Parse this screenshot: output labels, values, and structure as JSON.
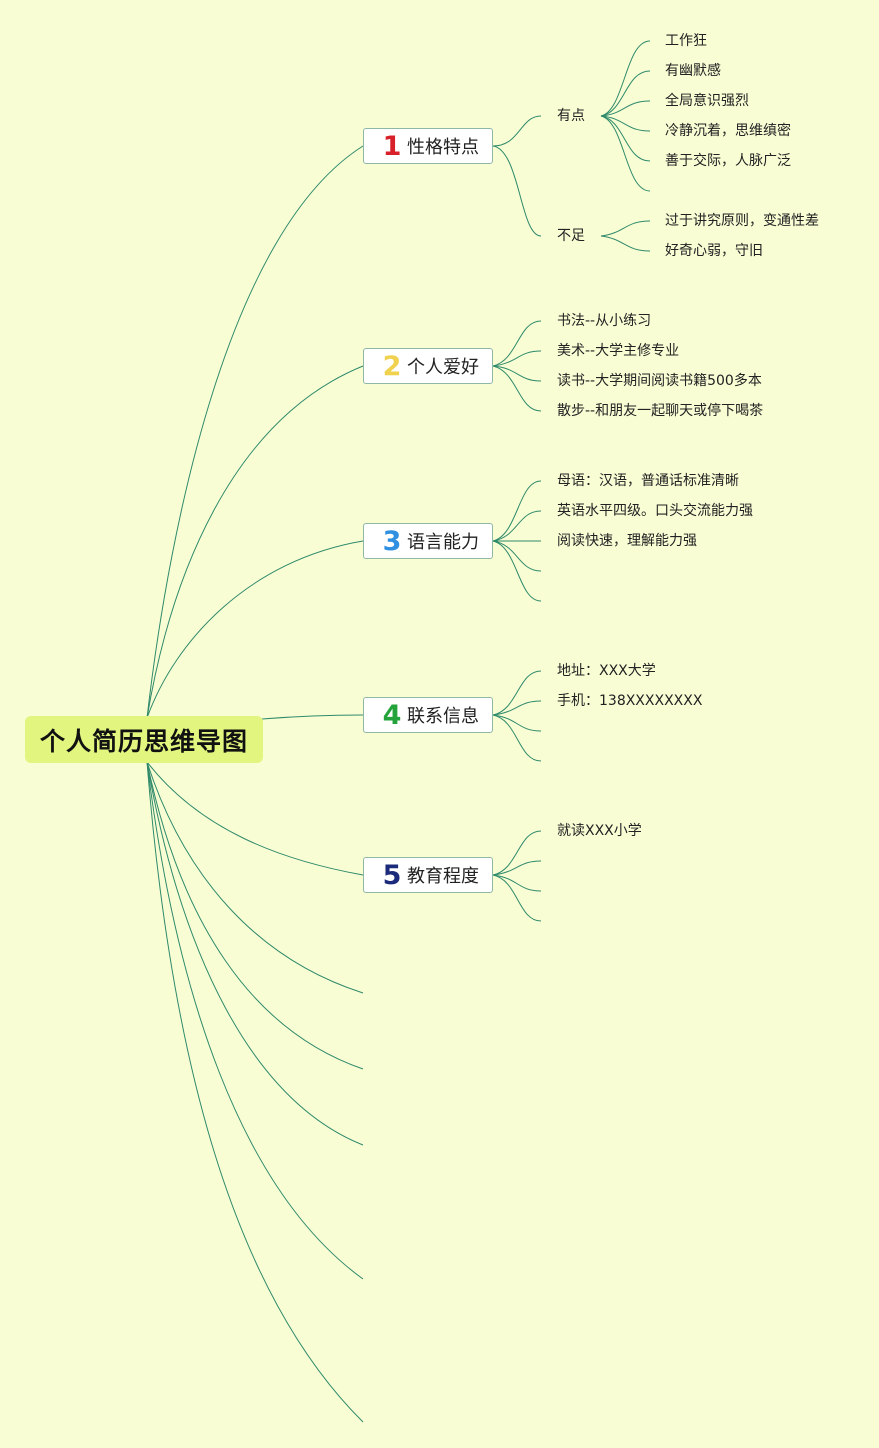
{
  "root": {
    "label": "个人简历思维导图"
  },
  "colors": {
    "background": "#f8fdd4",
    "root_fill": "#e2f57e",
    "line": "#2f8a6a",
    "num1": "#d8202a",
    "num2": "#f0d24e",
    "num3": "#2f8fe0",
    "num4": "#23a33a",
    "num5": "#1b2a7a"
  },
  "topics": [
    {
      "num": "1",
      "label": "性格特点",
      "groups": [
        {
          "label": "有点",
          "items": [
            "工作狂",
            "有幽默感",
            "全局意识强烈",
            "冷静沉着，思维缜密",
            "善于交际，人脉广泛"
          ]
        },
        {
          "label": "不足",
          "items": [
            "过于讲究原则，变通性差",
            "好奇心弱，守旧"
          ]
        }
      ]
    },
    {
      "num": "2",
      "label": "个人爱好",
      "items": [
        "书法--从小练习",
        "美术--大学主修专业",
        "读书--大学期间阅读书籍500多本",
        "散步--和朋友一起聊天或停下喝茶"
      ]
    },
    {
      "num": "3",
      "label": "语言能力",
      "items": [
        "母语：汉语，普通话标准清晰",
        "英语水平四级。口头交流能力强",
        "阅读快速，理解能力强"
      ]
    },
    {
      "num": "4",
      "label": "联系信息",
      "items": [
        "地址：XXX大学",
        "手机：138XXXXXXXX"
      ]
    },
    {
      "num": "5",
      "label": "教育程度",
      "items": [
        "就读XXX小学"
      ]
    }
  ]
}
